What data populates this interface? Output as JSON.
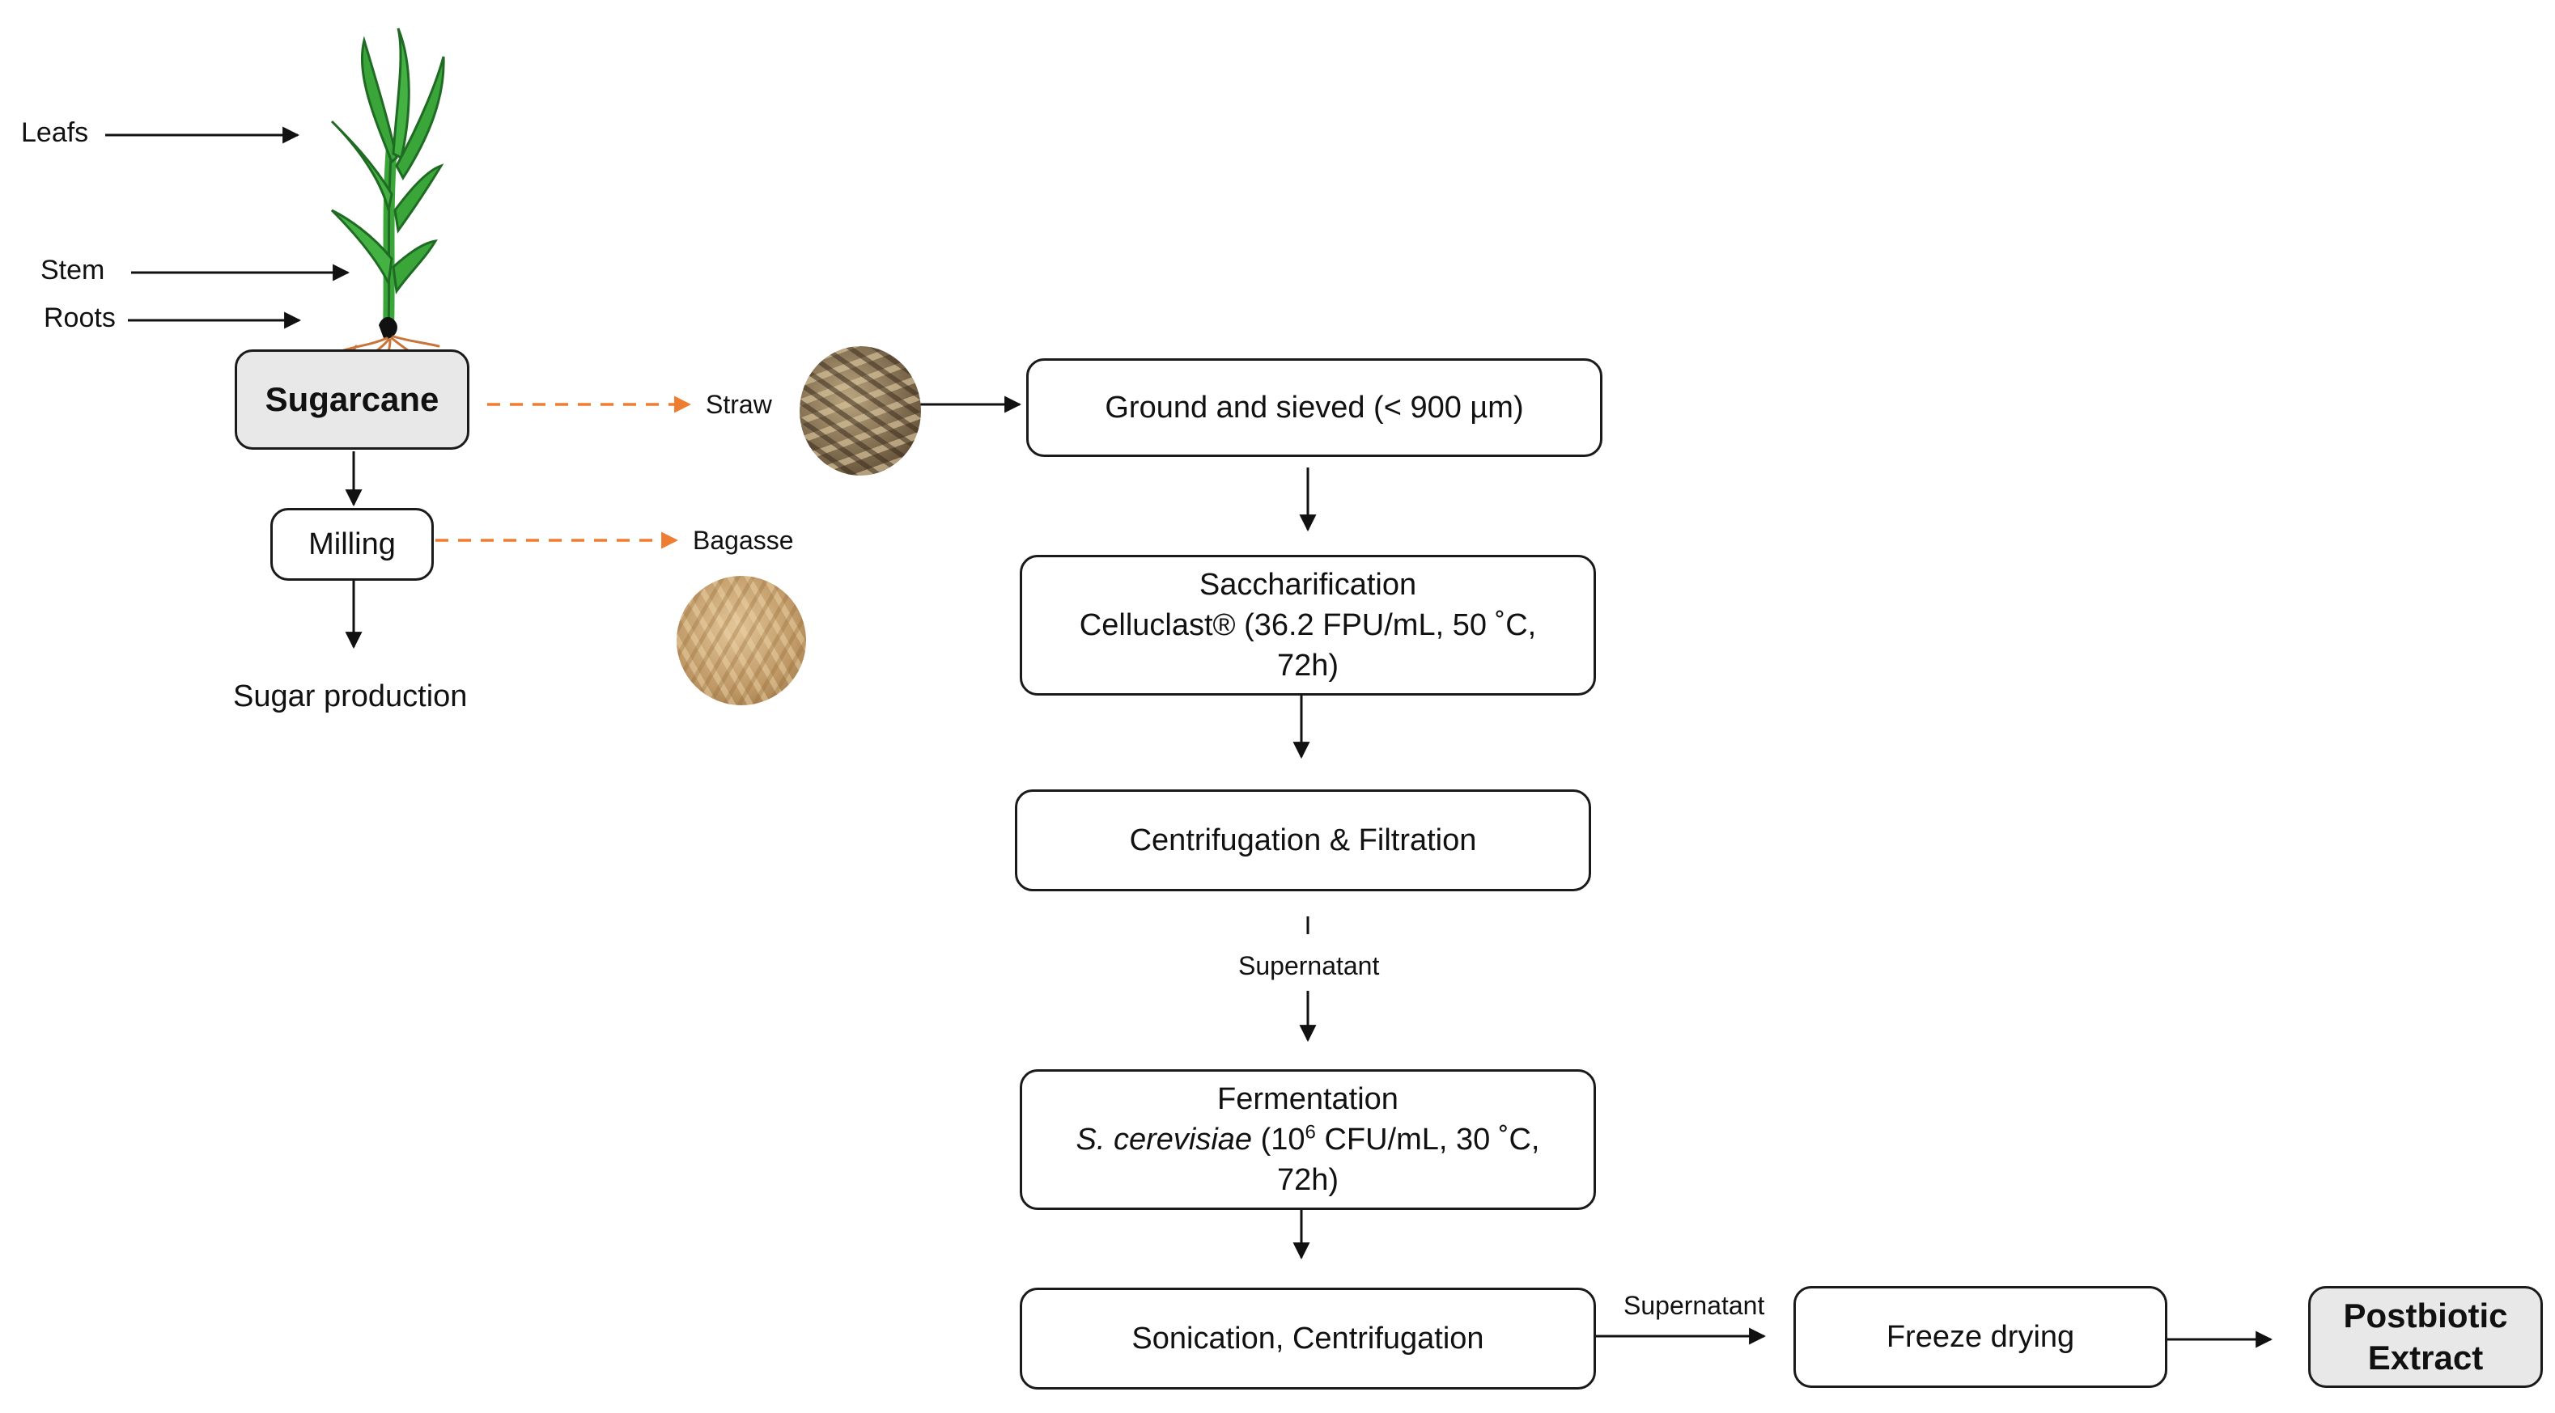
{
  "plant": {
    "labels": {
      "leafs": "Leafs",
      "stem": "Stem",
      "roots": "Roots"
    }
  },
  "nodes": {
    "sugarcane": "Sugarcane",
    "milling": "Milling",
    "sugar_production": "Sugar production",
    "straw": "Straw",
    "bagasse": "Bagasse",
    "ground": "Ground and sieved (< 900 µm)",
    "saccharification": {
      "title": "Saccharification",
      "line2": "Celluclast® (36.2 FPU/mL, 50 ˚C,",
      "line3": "72h)"
    },
    "centrifugation": "Centrifugation & Filtration",
    "supernatant_1": "Supernatant",
    "fermentation": {
      "title": "Fermentation",
      "organism": "S. cerevisiae",
      "pre_sup": " (10",
      "sup": "6",
      "post_sup": " CFU/mL, 30 ˚C,",
      "line3": "72h)"
    },
    "sonication": "Sonication, Centrifugation",
    "supernatant_2": "Supernatant",
    "freeze_drying": "Freeze drying",
    "postbiotic": {
      "line1": "Postbiotic",
      "line2": "Extract"
    }
  },
  "colors": {
    "arrow": "#111111",
    "dashed_arrow": "#ED7D31",
    "box_border": "#1a1a1a",
    "highlight_fill": "#e8e8e8",
    "leaf_green": "#3aa63a",
    "leaf_dark": "#1f6b23",
    "root_color": "#c8743a"
  }
}
